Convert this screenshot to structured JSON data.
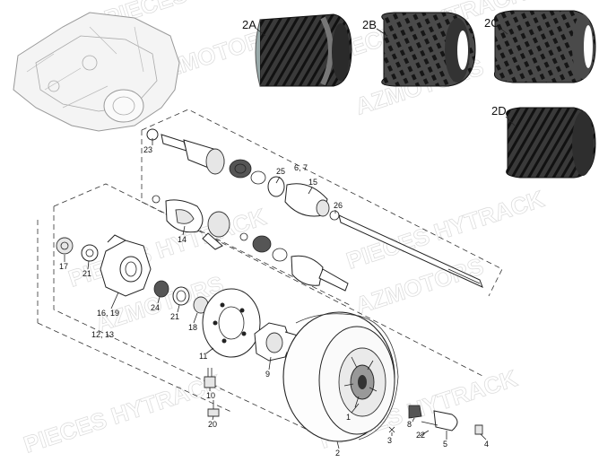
{
  "tires": [
    {
      "id": "2A",
      "label": "2A"
    },
    {
      "id": "2B",
      "label": "2B"
    },
    {
      "id": "2C",
      "label": "2C"
    },
    {
      "id": "2D",
      "label": "2D"
    }
  ],
  "part_labels": {
    "p23": "23",
    "p6_7": "6, 7",
    "p25": "25",
    "p15": "15",
    "p26": "26",
    "p14": "14",
    "p17": "17",
    "p21a": "21",
    "p24": "24",
    "p21b": "21",
    "p18": "18",
    "p16_19": "16, 19",
    "p12_13": "12, 13",
    "p11": "11",
    "p9": "9",
    "p10": "10",
    "p20": "20",
    "p1": "1",
    "p8": "8",
    "p22": "22",
    "p3": "3",
    "p5": "5",
    "p4": "4",
    "p2": "2"
  },
  "watermarks": {
    "line1": "PIECES HYTRACK",
    "line2": "AZMOTORS"
  },
  "colors": {
    "line": "#222222",
    "watermark": "#c8c8c8",
    "tire_dark": "#2a2a2a",
    "tire_mid": "#5a5a5a"
  }
}
